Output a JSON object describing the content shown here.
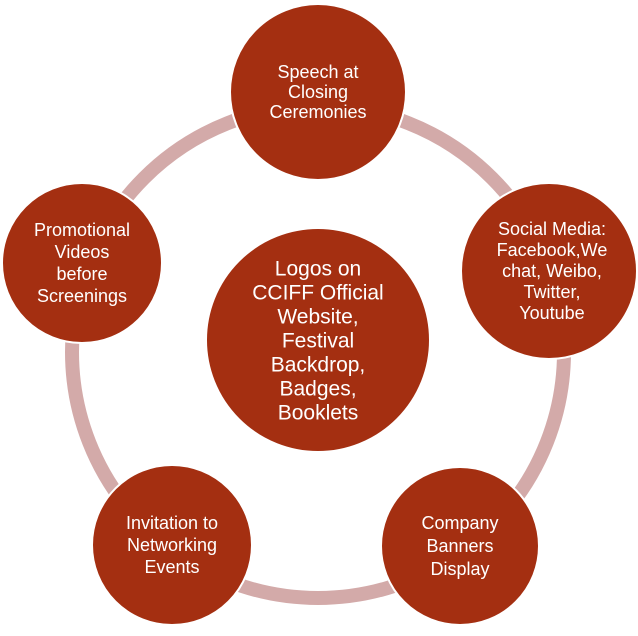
{
  "colors": {
    "node_fill": "#a42f11",
    "node_stroke": "#ffffff",
    "ring": "#d3aaa9",
    "text": "#ffffff",
    "background": "#ffffff"
  },
  "center": {
    "lines": [
      "Logos on",
      "CCIFF Official",
      "Website,",
      "Festival",
      "Backdrop,",
      "Badges,",
      "Booklets"
    ]
  },
  "nodes": [
    {
      "id": "speech-closing-ceremonies",
      "lines": [
        "Speech at",
        "Closing",
        "Ceremonies"
      ]
    },
    {
      "id": "social-media",
      "lines": [
        "Social Media:",
        "Facebook,We",
        "chat, Weibo,",
        "Twitter,",
        "Youtube"
      ]
    },
    {
      "id": "company-banners-display",
      "lines": [
        "Company",
        "Banners",
        "Display"
      ]
    },
    {
      "id": "invitation-networking-events",
      "lines": [
        "Invitation to",
        "Networking",
        "Events"
      ]
    },
    {
      "id": "promotional-videos",
      "lines": [
        "Promotional",
        "Videos",
        "before",
        "Screenings"
      ]
    }
  ]
}
